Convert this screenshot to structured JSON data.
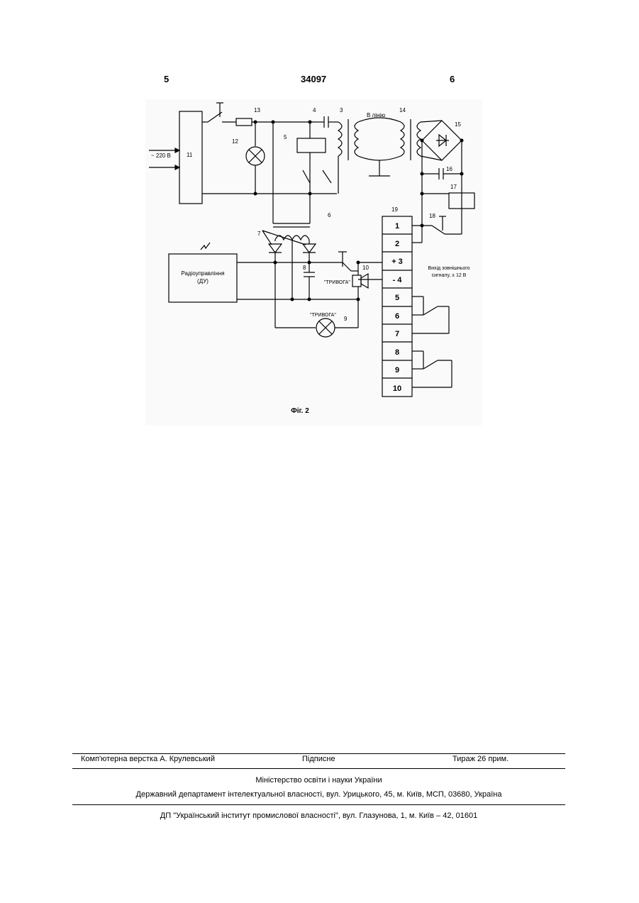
{
  "header": {
    "left_page": "5",
    "patent_number": "34097",
    "right_page": "6"
  },
  "figure": {
    "caption": "Фіг. 2",
    "block_11": "11",
    "input_voltage": "~ 220 В",
    "radio_control_line1": "Радіоуправління",
    "radio_control_line2": "(ДУ)",
    "to_line_label": "В лінію",
    "external_signal_line1": "Вихід зовнішнього",
    "external_signal_line2": "сигналу, ± 12 В",
    "alarm_label_1": "\"ТРИВОГА\"",
    "alarm_label_2": "\"ТРИВОГА\"",
    "refs": {
      "r3": "3",
      "r4": "4",
      "r5": "5",
      "r6": "6",
      "r7": "7",
      "r8": "8",
      "r9": "9",
      "r10": "10",
      "r12": "12",
      "r13": "13",
      "r14": "14",
      "r15": "15",
      "r16": "16",
      "r17": "17",
      "r18": "18",
      "r19": "19"
    },
    "terminals": [
      "1",
      "2",
      "+ 3",
      "- 4",
      "5",
      "6",
      "7",
      "8",
      "9",
      "10"
    ]
  },
  "footer": {
    "layout_by": "Комп'ютерна верстка А. Крулевський",
    "signed": "Підписне",
    "circulation": "Тираж 26 прим.",
    "ministry": "Міністерство освіти і науки України",
    "department": "Державний департамент інтелектуальної власності, вул. Урицького, 45, м. Київ, МСП, 03680, Україна",
    "institute": "ДП \"Український інститут промислової власності\", вул. Глазунова, 1, м. Київ – 42, 01601"
  }
}
